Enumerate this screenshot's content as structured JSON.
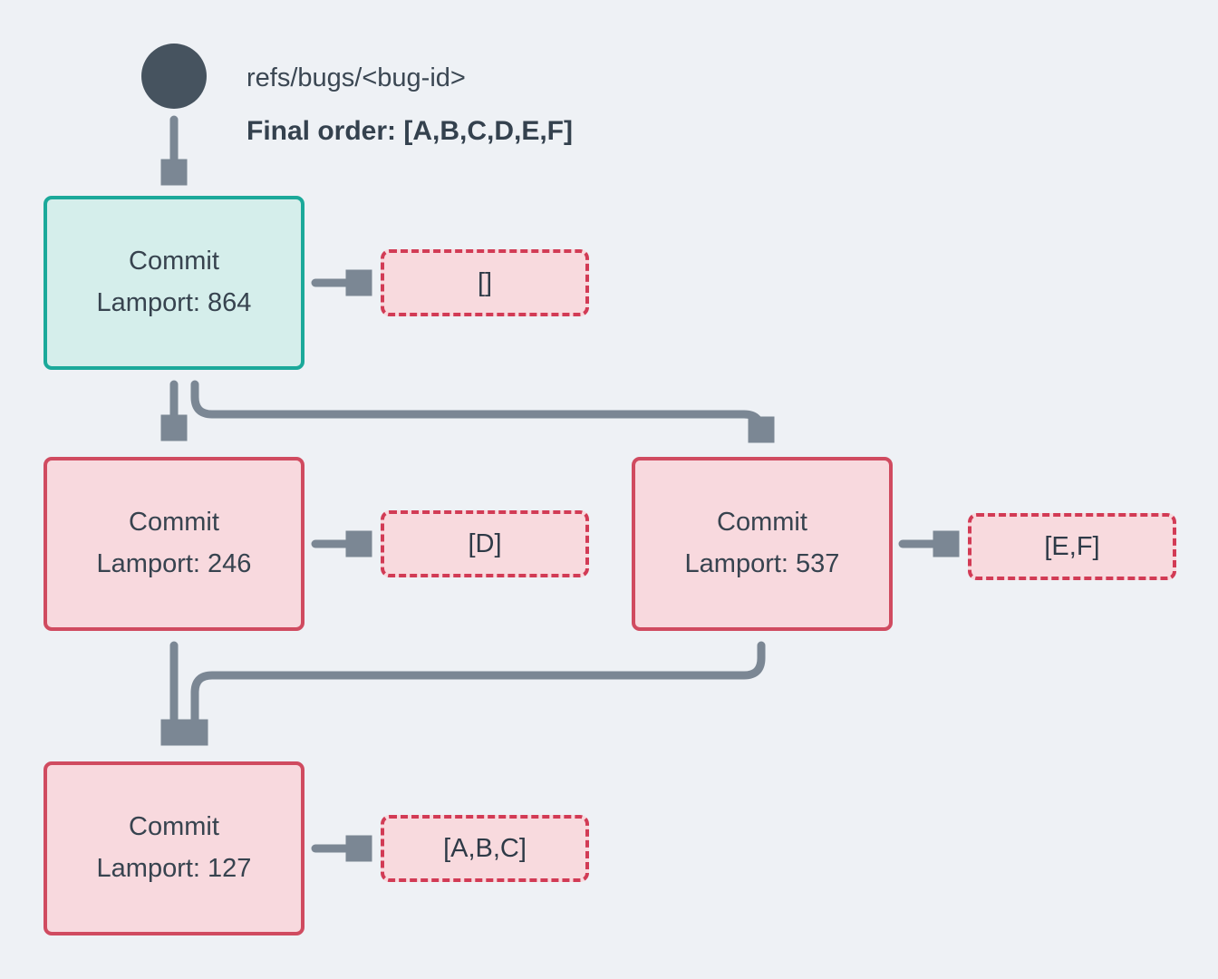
{
  "header": {
    "ref_label": "refs/bugs/<bug-id>",
    "final_order_label": "Final order: [A,B,C,D,E,F]"
  },
  "nodes": [
    {
      "id": "commit-864",
      "title": "Commit",
      "lamport_label": "Lamport: 864",
      "lamport": 864,
      "variant": "teal"
    },
    {
      "id": "commit-246",
      "title": "Commit",
      "lamport_label": "Lamport: 246",
      "lamport": 246,
      "variant": "pink"
    },
    {
      "id": "commit-537",
      "title": "Commit",
      "lamport_label": "Lamport: 537",
      "lamport": 537,
      "variant": "pink"
    },
    {
      "id": "commit-127",
      "title": "Commit",
      "lamport_label": "Lamport: 127",
      "lamport": 127,
      "variant": "pink"
    }
  ],
  "payloads": [
    {
      "id": "payload-864",
      "value": "[]"
    },
    {
      "id": "payload-246",
      "value": "[D]"
    },
    {
      "id": "payload-537",
      "value": "[E,F]"
    },
    {
      "id": "payload-127",
      "value": "[A,B,C]"
    }
  ],
  "edges": [
    {
      "from": "ref-head",
      "to": "commit-864"
    },
    {
      "from": "commit-864",
      "to": "payload-864"
    },
    {
      "from": "commit-864",
      "to": "commit-246"
    },
    {
      "from": "commit-864",
      "to": "commit-537"
    },
    {
      "from": "commit-246",
      "to": "payload-246"
    },
    {
      "from": "commit-537",
      "to": "payload-537"
    },
    {
      "from": "commit-246",
      "to": "commit-127"
    },
    {
      "from": "commit-537",
      "to": "commit-127"
    },
    {
      "from": "commit-127",
      "to": "payload-127"
    }
  ],
  "colors": {
    "background": "#eef1f5",
    "head_circle": "#46535f",
    "arrow": "#7b8794",
    "teal_border": "#1ba99a",
    "teal_fill": "#d5eeeb",
    "pink_border": "#d04b60",
    "pink_fill": "#f8d9de",
    "dashed_border": "#d23b55",
    "dashed_fill": "#f8dade",
    "text": "#37434f"
  }
}
